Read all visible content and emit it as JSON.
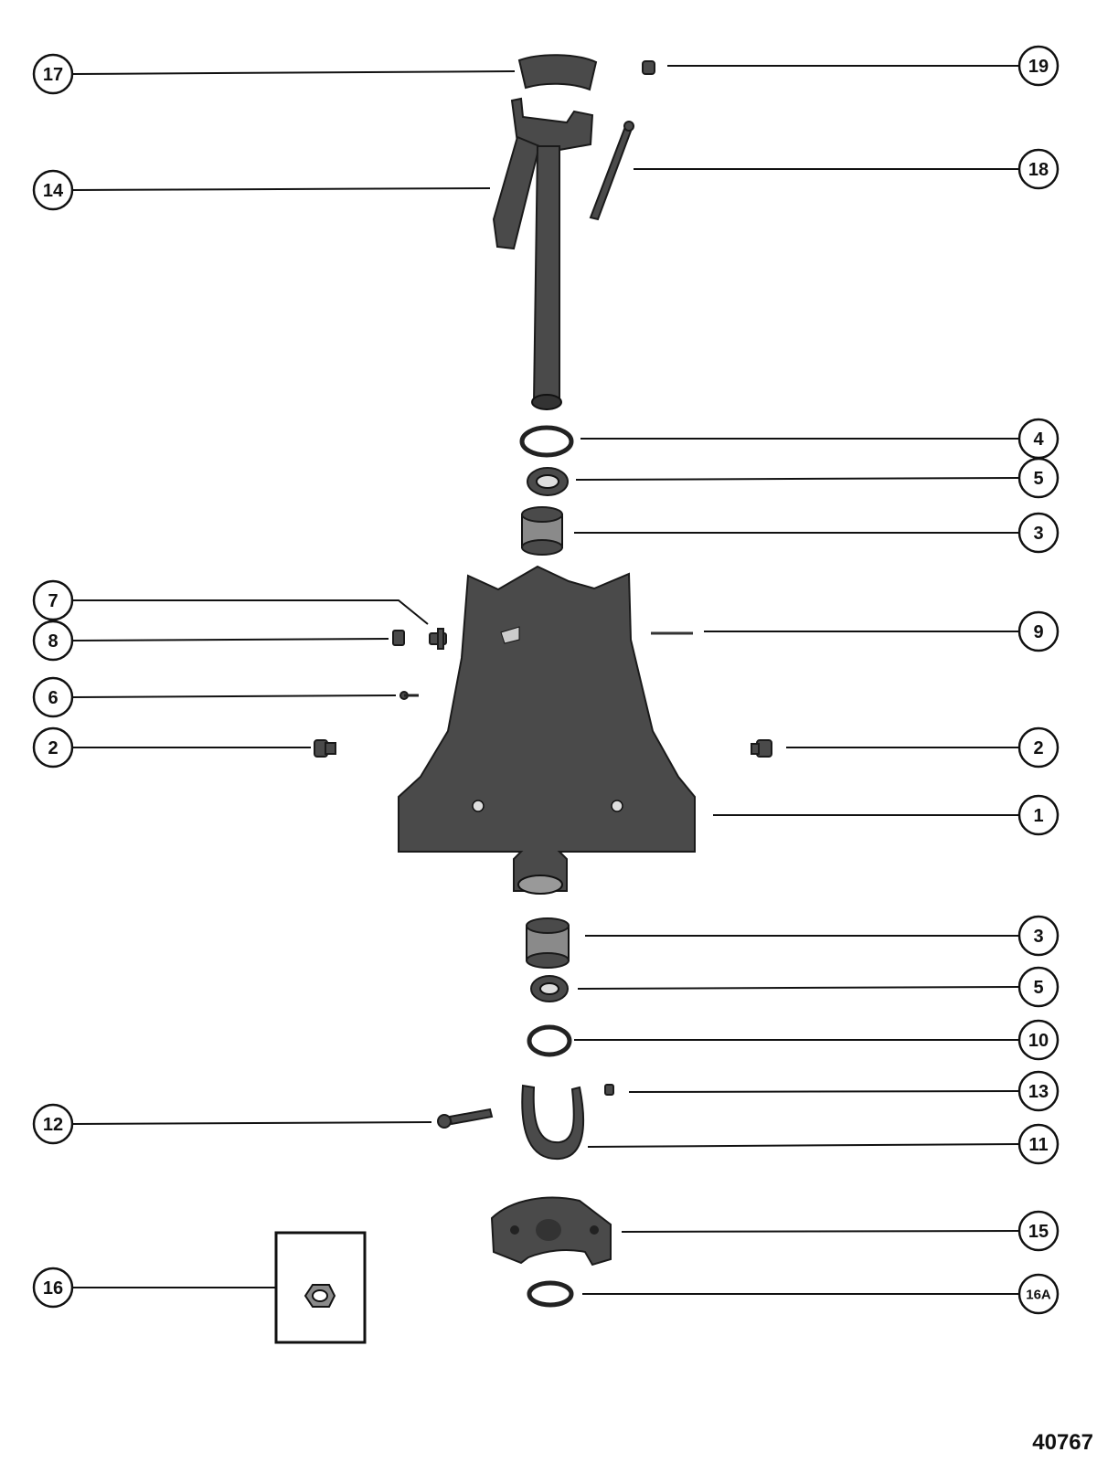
{
  "callouts": {
    "c17": "17",
    "c19": "19",
    "c14": "14",
    "c18": "18",
    "c4": "4",
    "c5a": "5",
    "c3a": "3",
    "c7": "7",
    "c8": "8",
    "c9": "9",
    "c6": "6",
    "c2l": "2",
    "c2r": "2",
    "c1": "1",
    "c3b": "3",
    "c5b": "5",
    "c10": "10",
    "c13": "13",
    "c12": "12",
    "c11": "11",
    "c15": "15",
    "c16": "16",
    "c16a": "16A"
  },
  "figure_number": "40767"
}
